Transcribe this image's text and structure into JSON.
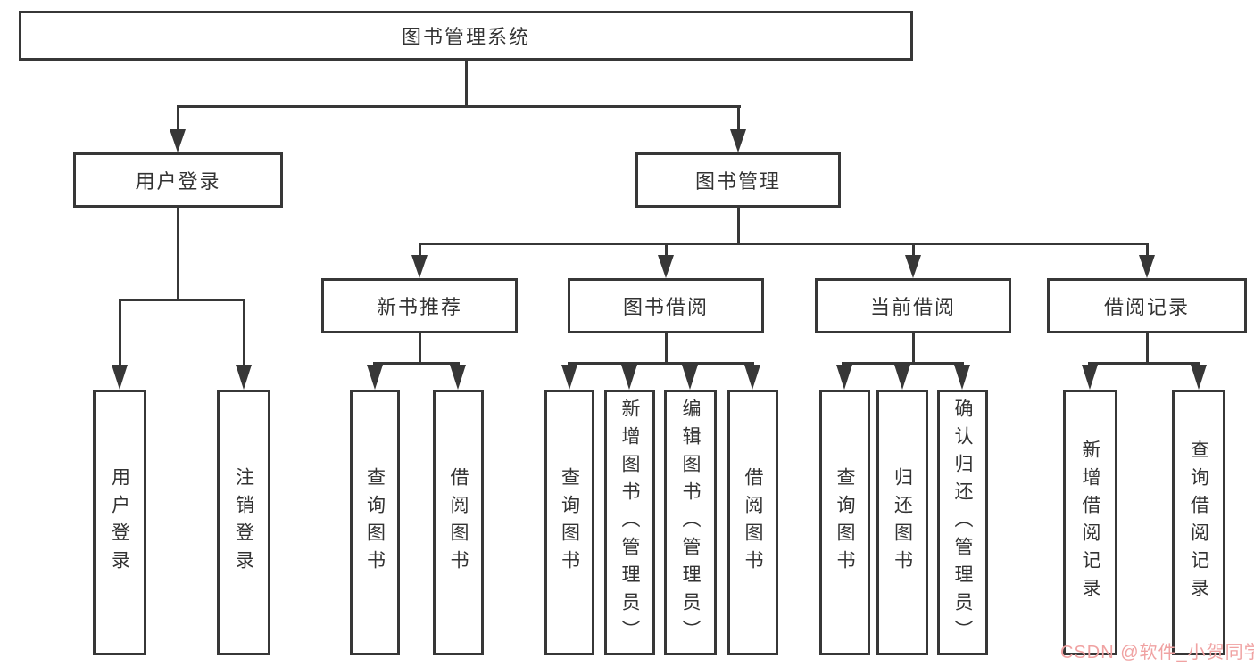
{
  "title": "图书管理系统",
  "level2": [
    {
      "label": "用户登录"
    },
    {
      "label": "图书管理"
    }
  ],
  "level3": [
    {
      "label": "新书推荐"
    },
    {
      "label": "图书借阅"
    },
    {
      "label": "当前借阅"
    },
    {
      "label": "借阅记录"
    }
  ],
  "leaves": [
    {
      "label": "用户登录"
    },
    {
      "label": "注销登录"
    },
    {
      "label": "查询图书"
    },
    {
      "label": "借阅图书"
    },
    {
      "label": "查询图书"
    },
    {
      "label": "新增图书（管理员）"
    },
    {
      "label": "编辑图书（管理员）"
    },
    {
      "label": "借阅图书"
    },
    {
      "label": "查询图书"
    },
    {
      "label": "归还图书"
    },
    {
      "label": "确认归还（管理员）"
    },
    {
      "label": "新增借阅记录"
    },
    {
      "label": "查询借阅记录"
    }
  ],
  "watermark": "CSDN @软件_小贺同学",
  "colors": {
    "line": "#373737",
    "text": "#333333",
    "watermark": "#f0a2a2",
    "background": "#ffffff"
  }
}
